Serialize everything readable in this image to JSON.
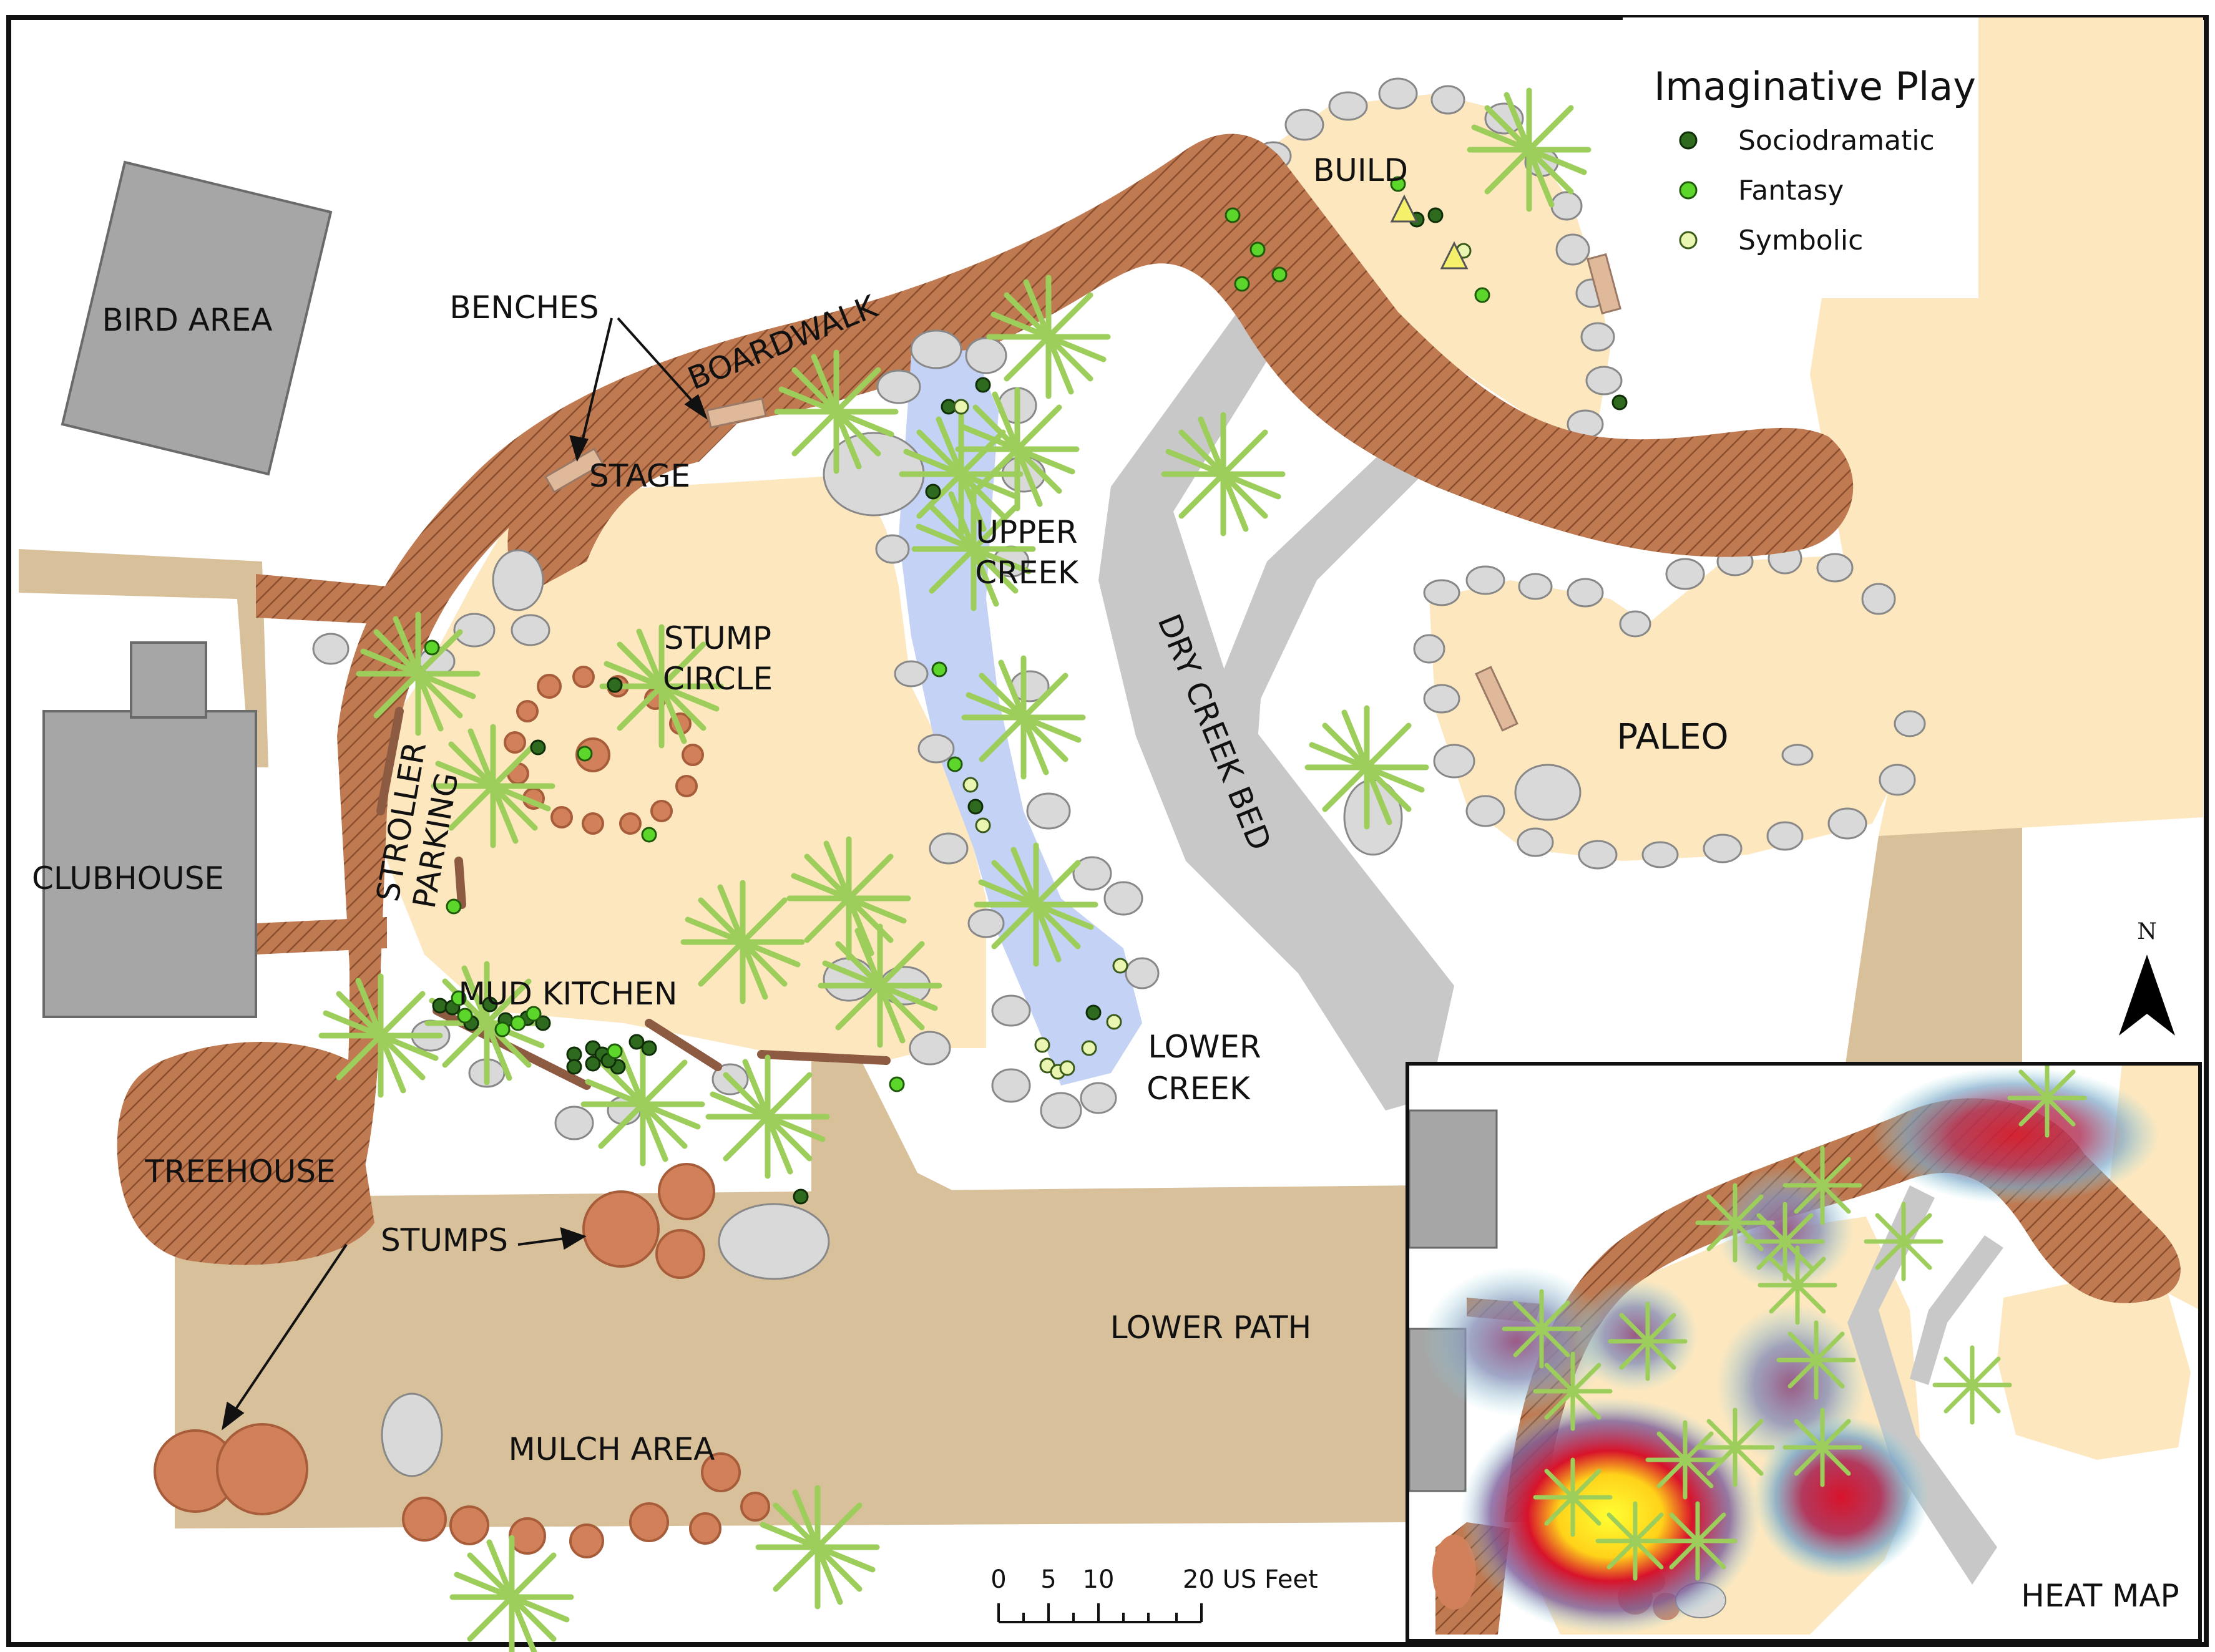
{
  "legend": {
    "title": "Imaginative Play",
    "items": [
      {
        "label": "Sociodramatic",
        "color": "#2e6b1f"
      },
      {
        "label": "Fantasy",
        "color": "#5dd62c"
      },
      {
        "label": "Symbolic",
        "color": "#e9f5b0"
      }
    ]
  },
  "labels": {
    "bird_area": "BIRD AREA",
    "benches": "BENCHES",
    "boardwalk": "BOARDWALK",
    "stage": "STAGE",
    "build": "BUILD",
    "upper_creek_1": "UPPER",
    "upper_creek_2": "CREEK",
    "stump_circle_1": "STUMP",
    "stump_circle_2": "CIRCLE",
    "dry_creek_bed": "DRY CREEK BED",
    "paleo": "PALEO",
    "stroller_1": "STROLLER",
    "stroller_2": "PARKING",
    "clubhouse": "CLUBHOUSE",
    "mud_kitchen": "MUD KITCHEN",
    "lower_creek_1": "LOWER",
    "lower_creek_2": "CREEK",
    "treehouse": "TREEHOUSE",
    "stumps": "STUMPS",
    "lower_path": "LOWER PATH",
    "mulch_area": "MULCH AREA",
    "heat_map": "HEAT MAP"
  },
  "north": "N",
  "scale": {
    "ticks": [
      "0",
      "5",
      "10",
      "20 US Feet"
    ]
  },
  "colors": {
    "play_area": "#fde7bf",
    "path": "#d8c09a",
    "boardwalk": "#b87350",
    "building": "#a6a6a6",
    "creek": "#c4d3f5",
    "dry_bed": "#c8c8c8",
    "tree": "#9dcd5a",
    "stump": "#d1805a"
  }
}
